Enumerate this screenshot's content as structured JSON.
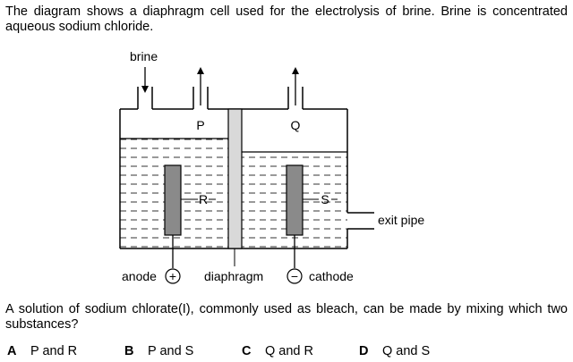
{
  "intro_text": "The diagram shows a diaphragm cell used for the electrolysis of brine. Brine is concentrated aqueous sodium chloride.",
  "diagram": {
    "brine_label": "brine",
    "gas_p_label": "P",
    "gas_q_label": "Q",
    "region_r_label": "R",
    "region_s_label": "S",
    "exit_pipe_label": "exit pipe",
    "anode_label": "anode",
    "anode_sign": "+",
    "diaphragm_label": "diaphragm",
    "cathode_label": "cathode",
    "cathode_sign": "−"
  },
  "question_text": "A solution of sodium chlorate(I), commonly used as bleach, can be made by mixing which two substances?",
  "options": [
    {
      "letter": "A",
      "text": "P and R"
    },
    {
      "letter": "B",
      "text": "P and S"
    },
    {
      "letter": "C",
      "text": "Q and R"
    },
    {
      "letter": "D",
      "text": "Q and S"
    }
  ]
}
